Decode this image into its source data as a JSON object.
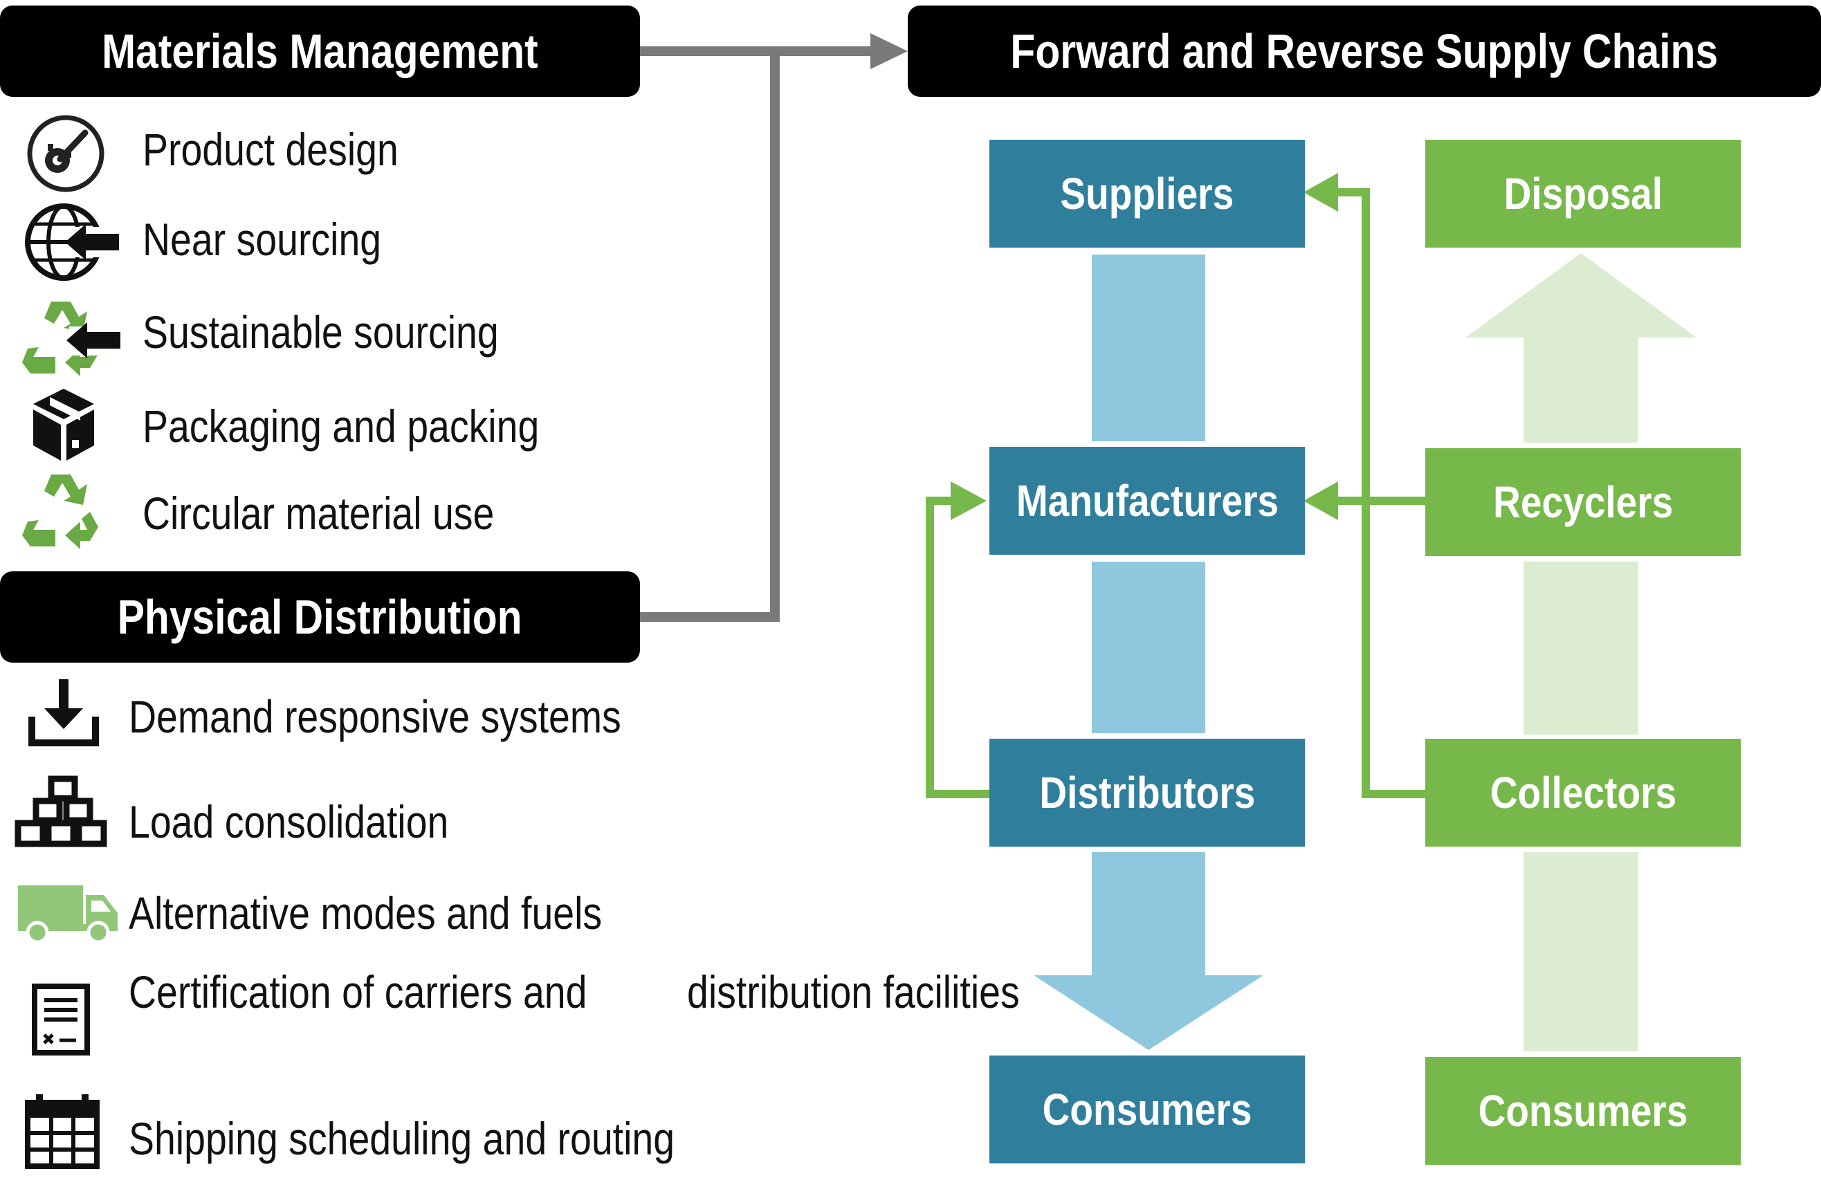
{
  "materials": {
    "header": "Materials Management",
    "items": [
      {
        "label": "Product design",
        "icon": "design-gear-brush-icon"
      },
      {
        "label": "Near sourcing",
        "icon": "globe-arrow-icon"
      },
      {
        "label": "Sustainable sourcing",
        "icon": "recycle-arrow-icon"
      },
      {
        "label": "Packaging and packing",
        "icon": "package-box-icon"
      },
      {
        "label": "Circular material use",
        "icon": "recycle-icon"
      }
    ]
  },
  "distribution": {
    "header": "Physical Distribution",
    "items": [
      {
        "label": "Demand responsive systems",
        "icon": "download-tray-icon"
      },
      {
        "label": "Load consolidation",
        "icon": "stacked-bars-icon"
      },
      {
        "label": "Alternative modes and fuels",
        "icon": "truck-icon"
      },
      {
        "label_line1": "Certification of carriers and",
        "label_line2": "distribution facilities",
        "icon": "certificate-document-icon"
      },
      {
        "label": "Shipping scheduling and routing",
        "icon": "calendar-icon"
      }
    ]
  },
  "supply_chains": {
    "header": "Forward and Reverse Supply Chains",
    "forward": [
      "Suppliers",
      "Manufacturers",
      "Distributors",
      "Consumers"
    ],
    "reverse": [
      "Disposal",
      "Recyclers",
      "Collectors",
      "Consumers"
    ]
  },
  "colors": {
    "teal": "#2f7f9c",
    "light_blue": "#8fc8de",
    "green": "#77b84a",
    "pale_green": "#dcecd0",
    "connector_gray": "#7a7a7a"
  }
}
